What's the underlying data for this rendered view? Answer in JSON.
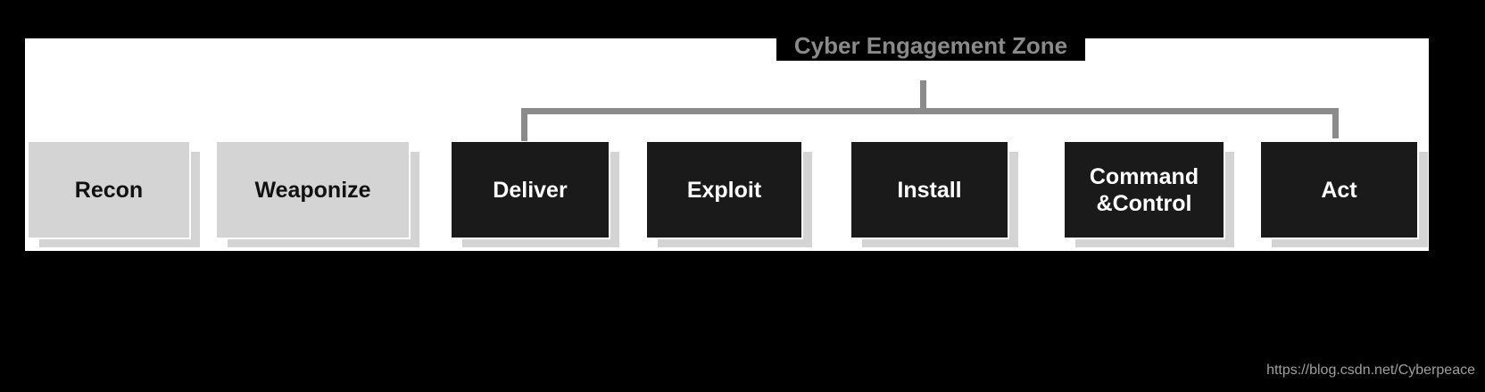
{
  "title": {
    "text": "Cyber Engagement Zone"
  },
  "stages": [
    {
      "label": "Recon",
      "zone": "outside-engagement-zone"
    },
    {
      "label": "Weaponize",
      "zone": "outside-engagement-zone"
    },
    {
      "label": "Deliver",
      "zone": "inside-engagement-zone"
    },
    {
      "label": "Exploit",
      "zone": "inside-engagement-zone"
    },
    {
      "label": "Install",
      "zone": "inside-engagement-zone"
    },
    {
      "label": "Command\n&Control",
      "zone": "inside-engagement-zone"
    },
    {
      "label": "Act",
      "zone": "inside-engagement-zone"
    }
  ],
  "watermark": {
    "text": "https://blog.csdn.net/Cyberpeace"
  },
  "colors": {
    "background": "#000000",
    "panel": "#ffffff",
    "stage_outside_bg": "#d4d4d4",
    "stage_outside_text": "#111111",
    "stage_inside_bg": "#1a1a1a",
    "stage_inside_text": "#ffffff",
    "connector": "#8b8b8b",
    "title_text": "#8a8a8a",
    "title_bg": "#000000",
    "shadow": "#d4d4d4",
    "watermark_text": "#9e9e9e"
  }
}
